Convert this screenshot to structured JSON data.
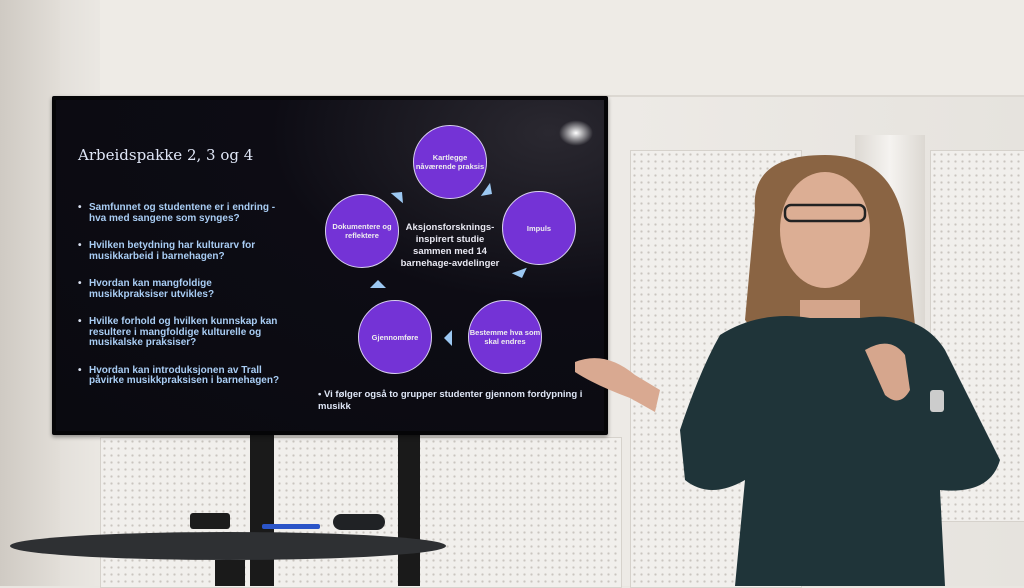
{
  "slide": {
    "title": "Arbeidspakke 2, 3 og 4",
    "bullets": [
      "Samfunnet og studentene er i endring - hva med sangene som synges?",
      "Hvilken betydning har kulturarv for musikkarbeid i barnehagen?",
      "Hvordan kan mangfoldige musikkpraksiser utvikles?",
      "Hvilke forhold og hvilken kunnskap kan resultere i mangfoldige kulturelle og musikalske praksiser?",
      "Hvordan kan introduksjonen av Trall påvirke musikkpraksisen i barnehagen?"
    ],
    "cycle": {
      "center": "Aksjonsforsknings-inspirert studie sammen med 14 barnehage-avdelinger",
      "steps": [
        "Kartlegge nåværende praksis",
        "Impuls",
        "Bestemme hva som skal endres",
        "Gjennomføre",
        "Dokumentere og reflektere"
      ]
    },
    "footer_bullet": "Vi følger også to grupper studenter gjennom fordypning i musikk"
  },
  "colors": {
    "circle": "#7433d6",
    "arrow": "#9cc8f2",
    "bullet_text": "#a9cdf4"
  }
}
